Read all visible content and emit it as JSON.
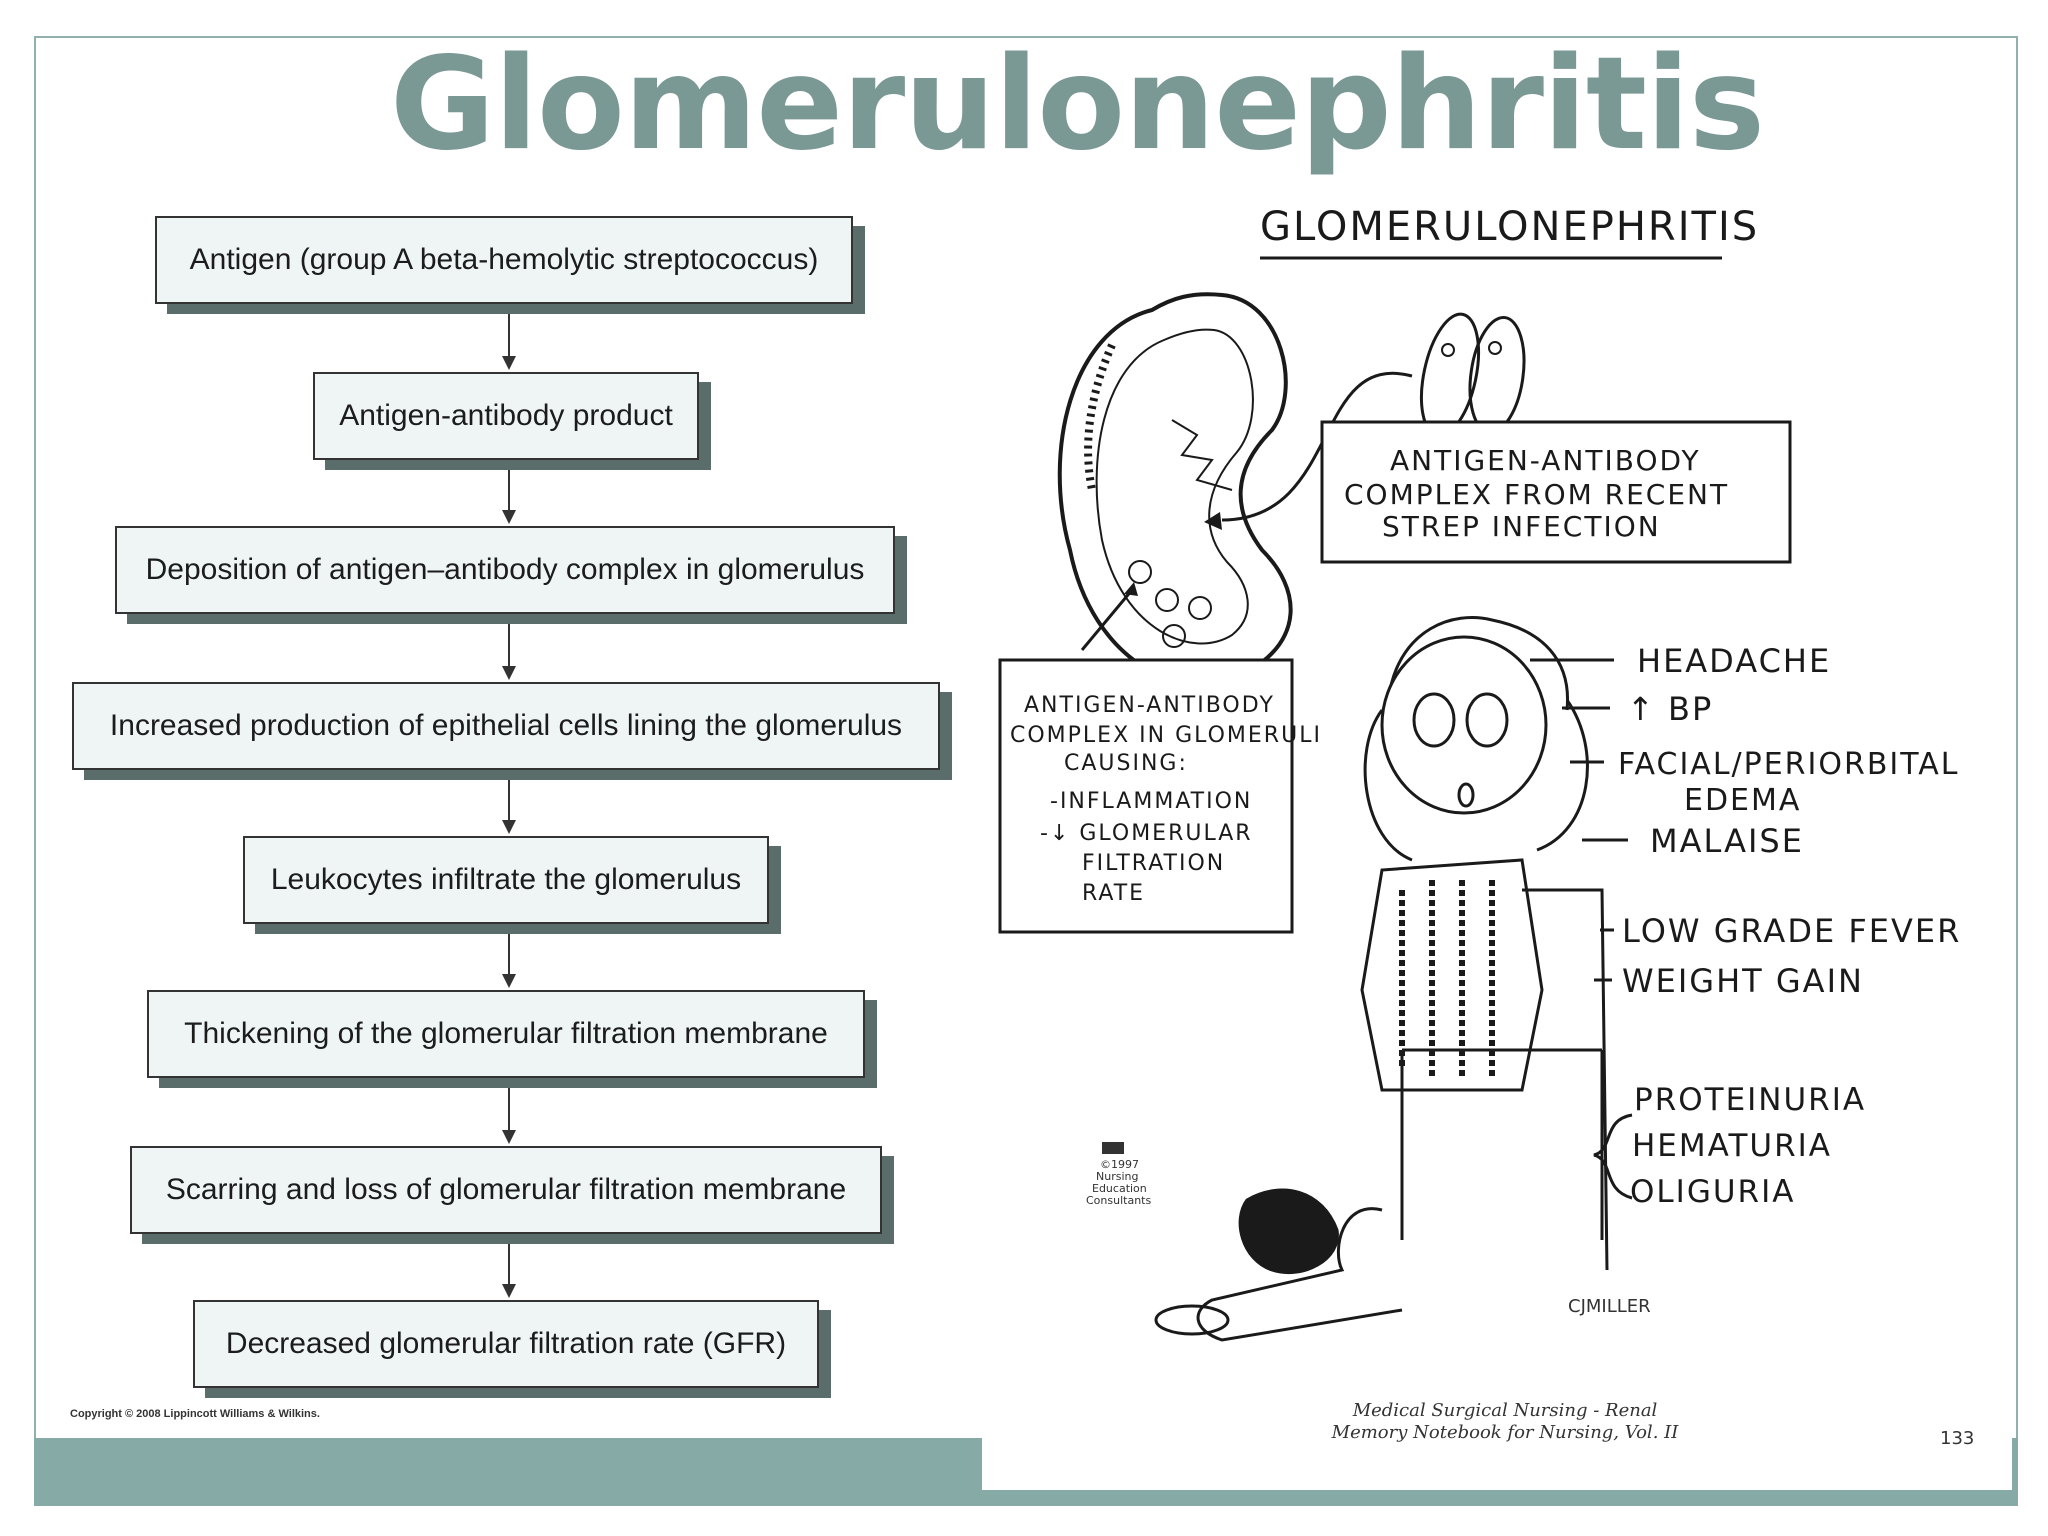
{
  "title": "Glomerulonephritis",
  "flowchart": {
    "steps": [
      "Antigen (group A beta-hemolytic streptococcus)",
      "Antigen-antibody product",
      "Deposition of antigen–antibody complex in glomerulus",
      "Increased production of epithelial cells lining the glomerulus",
      "Leukocytes infiltrate the glomerulus",
      "Thickening of the glomerular filtration membrane",
      "Scarring and loss of glomerular filtration membrane",
      "Decreased glomerular filtration rate (GFR)"
    ],
    "copyright": "Copyright © 2008 Lippincott Williams & Wilkins."
  },
  "cartoon": {
    "heading": "GLOMERULONEPHRITIS",
    "strep_box": [
      "ANTIGEN-ANTIBODY",
      "COMPLEX FROM RECENT",
      "STREP INFECTION"
    ],
    "glomeruli_box": [
      "ANTIGEN-ANTIBODY",
      "COMPLEX IN GLOMERULI",
      "CAUSING:",
      "-INFLAMMATION",
      "-↓ GLOMERULAR",
      "FILTRATION",
      "RATE"
    ],
    "symptoms": [
      "HEADACHE",
      "↑ BP",
      "FACIAL/PERIORBITAL",
      "EDEMA",
      "MALAISE",
      "LOW GRADE FEVER",
      "WEIGHT GAIN"
    ],
    "urine_findings": [
      "PROTEINURIA",
      "HEMATURIA",
      "OLIGURIA"
    ],
    "logo_text": [
      "©1997",
      "Nursing",
      "Education",
      "Consultants"
    ],
    "signature": "CJMILLER",
    "source_lines": [
      "Medical Surgical Nursing - Renal",
      "Memory Notebook for Nursing, Vol. II"
    ],
    "page_number": "133"
  }
}
